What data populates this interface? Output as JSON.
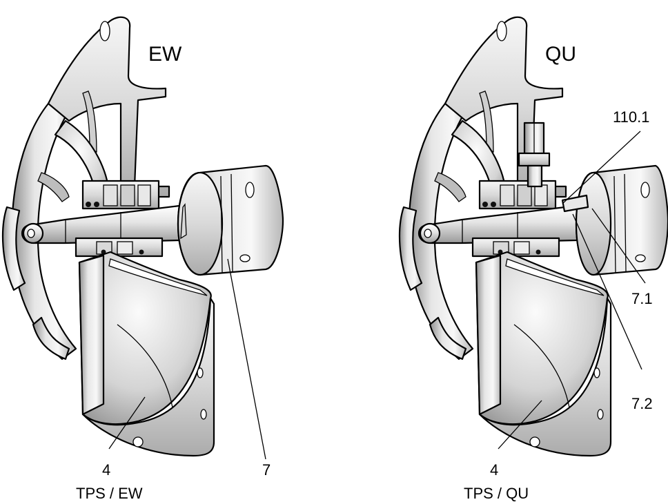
{
  "views": [
    {
      "title": "EW",
      "callouts": [
        "4",
        "7"
      ],
      "caption": "TPS / EW"
    },
    {
      "title": "QU",
      "callouts": [
        "110.1",
        "7.1",
        "7.2",
        "4"
      ],
      "caption": "TPS / QU"
    }
  ]
}
